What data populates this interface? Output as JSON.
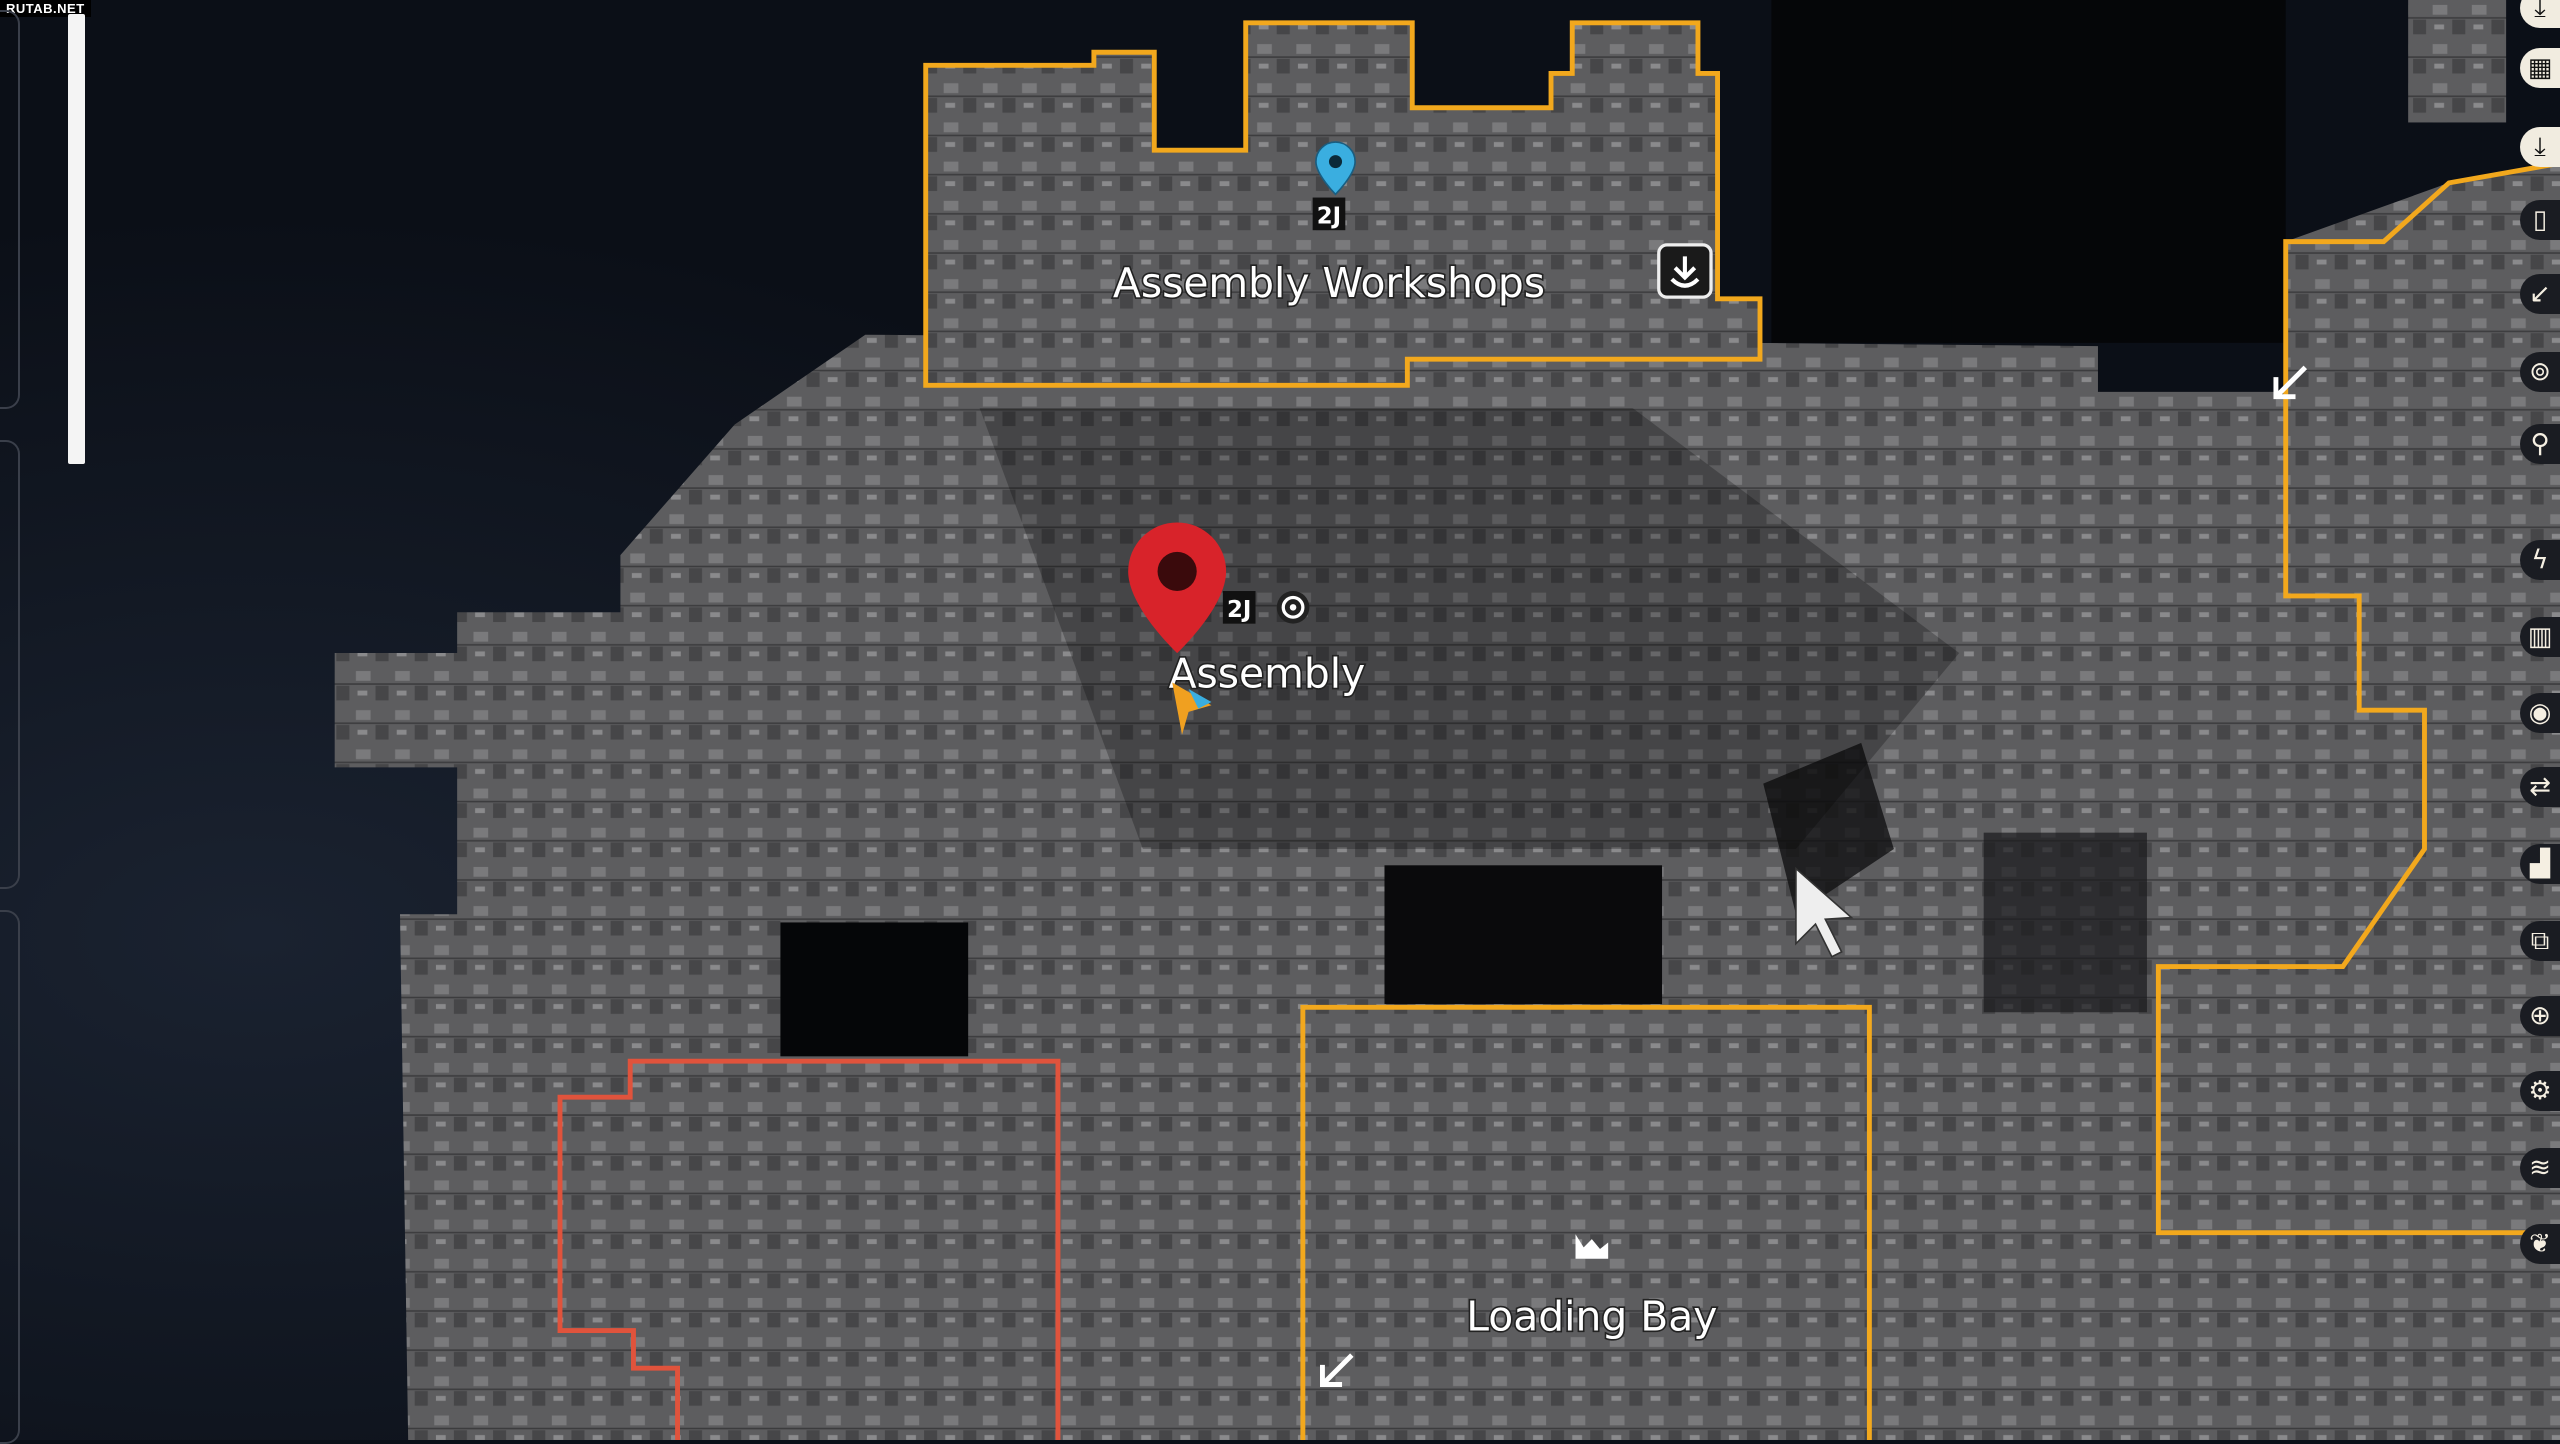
{
  "watermark": "RUTAB.NET",
  "zones": {
    "assembly_workshops": "Assembly Workshops",
    "assembly": "Assembly",
    "loading_bay": "Loading Bay"
  },
  "colors": {
    "zone_yellow": "#f2a81d",
    "zone_red": "#e0533c",
    "pin_red": "#d8232a",
    "pin_blue": "#3aaee0",
    "player": "#f0a020"
  },
  "map_icons": [
    "download-icon",
    "quest-icon",
    "eye-icon",
    "chart-icon",
    "exit-arrow-icon"
  ],
  "right_toolbar": [
    "download-icon",
    "grid-icon",
    "download-icon",
    "door-icon",
    "exit-arrow-icon",
    "antenna-icon",
    "pin-icon",
    "lightning-icon",
    "book-icon",
    "eye-icon",
    "swap-icon",
    "chart-icon",
    "quest-icon",
    "plus-icon",
    "gear-icon",
    "layers-icon",
    "leaf-icon"
  ]
}
